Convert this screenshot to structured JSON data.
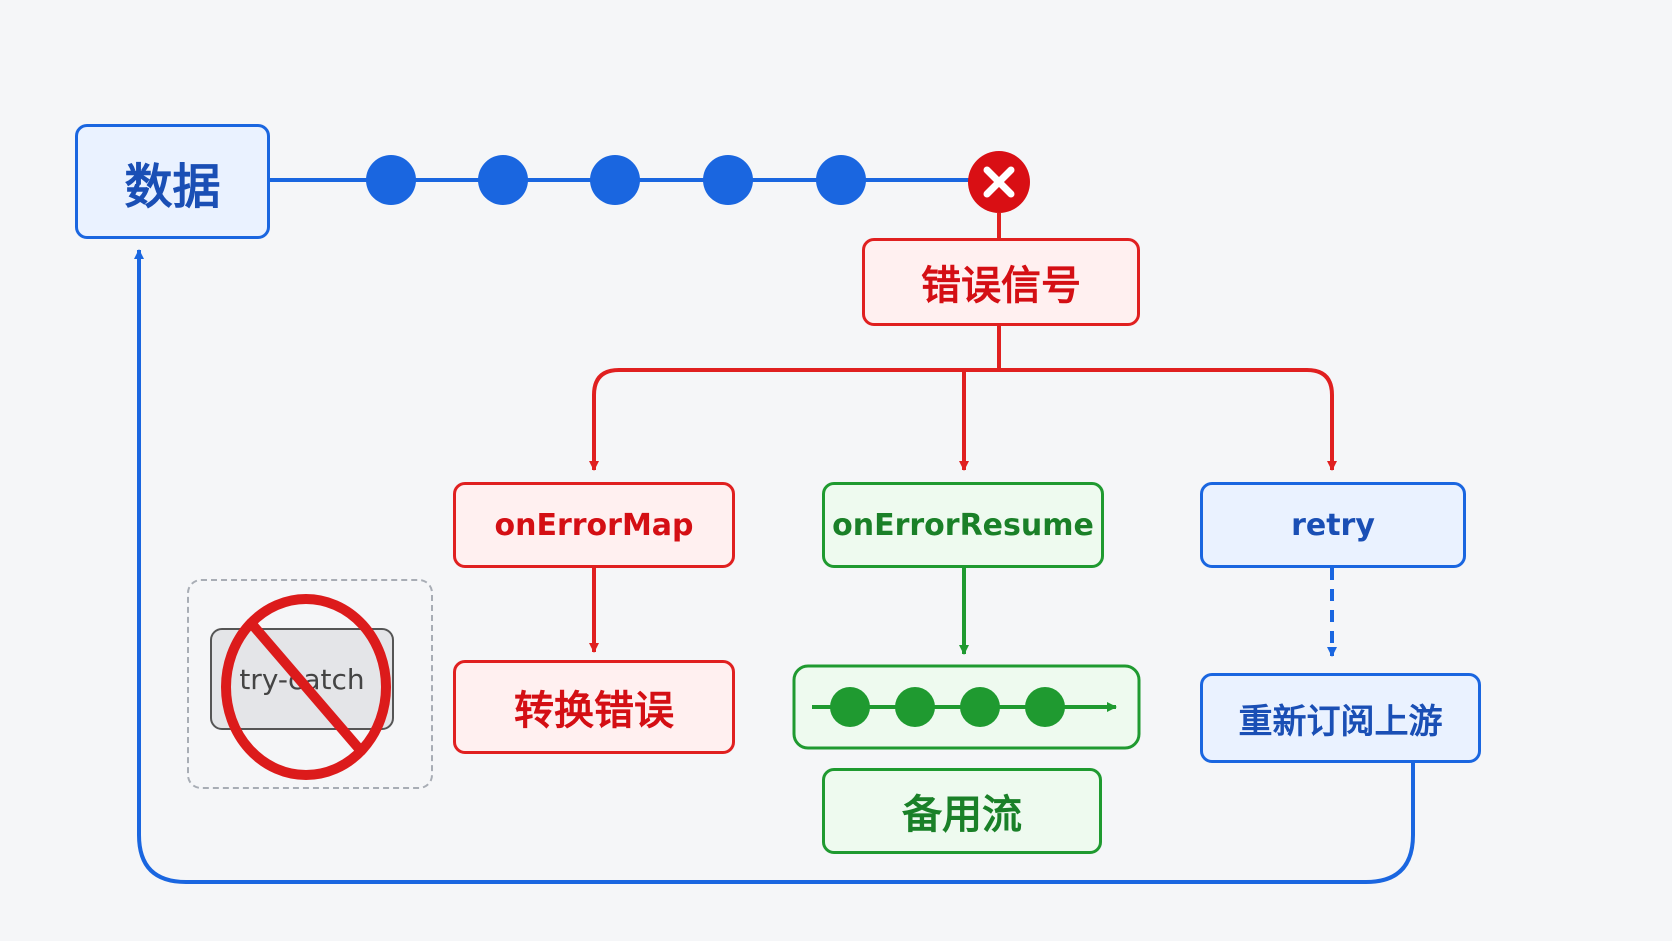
{
  "nodes": {
    "source": "数据",
    "error_signal": "错误信号",
    "on_error_map": "onErrorMap",
    "transform_error": "转换错误",
    "on_error_resume": "onErrorResume",
    "fallback_stream": "备用流",
    "retry": "retry",
    "resubscribe": "重新订阅上游",
    "try_catch": "try-catch"
  },
  "colors": {
    "blue": "#1a66e0",
    "red": "#e02020",
    "green": "#1f9a30",
    "gray": "#555555"
  },
  "icons": {
    "error_marker": "close-icon",
    "no_try_catch": "prohibited-icon"
  }
}
